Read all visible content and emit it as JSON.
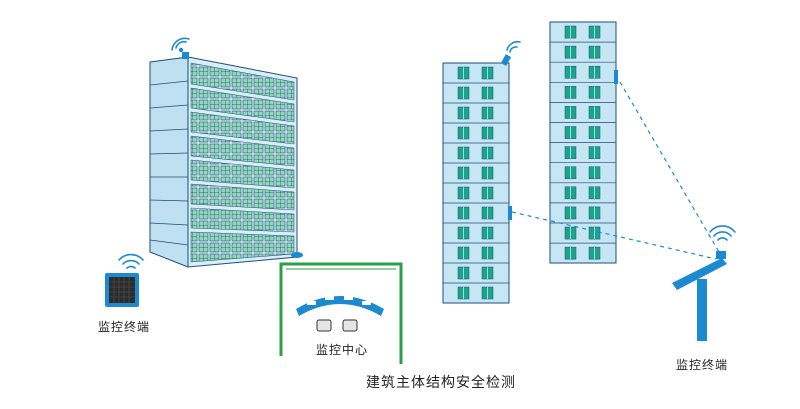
{
  "labels": {
    "terminal_left": "监控终端",
    "terminal_right": "监控终端",
    "control_center": "监控中心",
    "caption": "建筑主体结构安全检测"
  },
  "colors": {
    "glass_light": "#cfe9f5",
    "glass_mid": "#a9d6ea",
    "window_green": "#8fd9b6",
    "window_teal": "#1aa58a",
    "outline": "#1f4e79",
    "sensor_blue": "#1b8ad1",
    "control_frame": "#2aa04a",
    "terminal_dark": "#2b2b2b"
  },
  "icons": [
    "wifi-icon",
    "sensor-icon",
    "monitor-terminal-icon",
    "antenna-mast-icon",
    "monitor-screen-icon",
    "operator-seat-icon"
  ]
}
